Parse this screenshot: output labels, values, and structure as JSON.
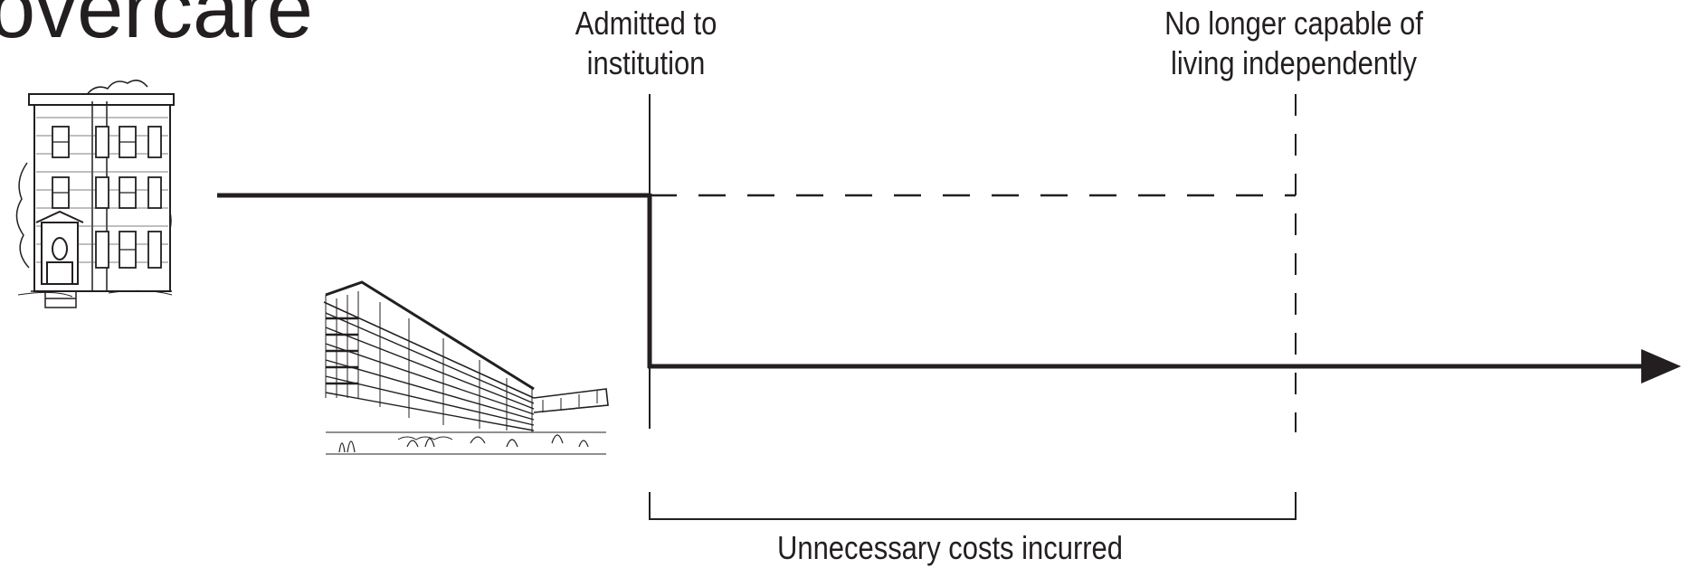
{
  "title_fragment": "overcare",
  "events": {
    "admitted": [
      "Admitted to",
      "institution"
    ],
    "not_capable": [
      "No longer capable of",
      "living independently"
    ]
  },
  "bracket_label": "Unnecessary costs incurred",
  "icons": {
    "house": "townhouse-drawing-icon",
    "institution": "institution-building-drawing-icon"
  },
  "colors": {
    "ink": "#231f20",
    "background": "#ffffff"
  }
}
